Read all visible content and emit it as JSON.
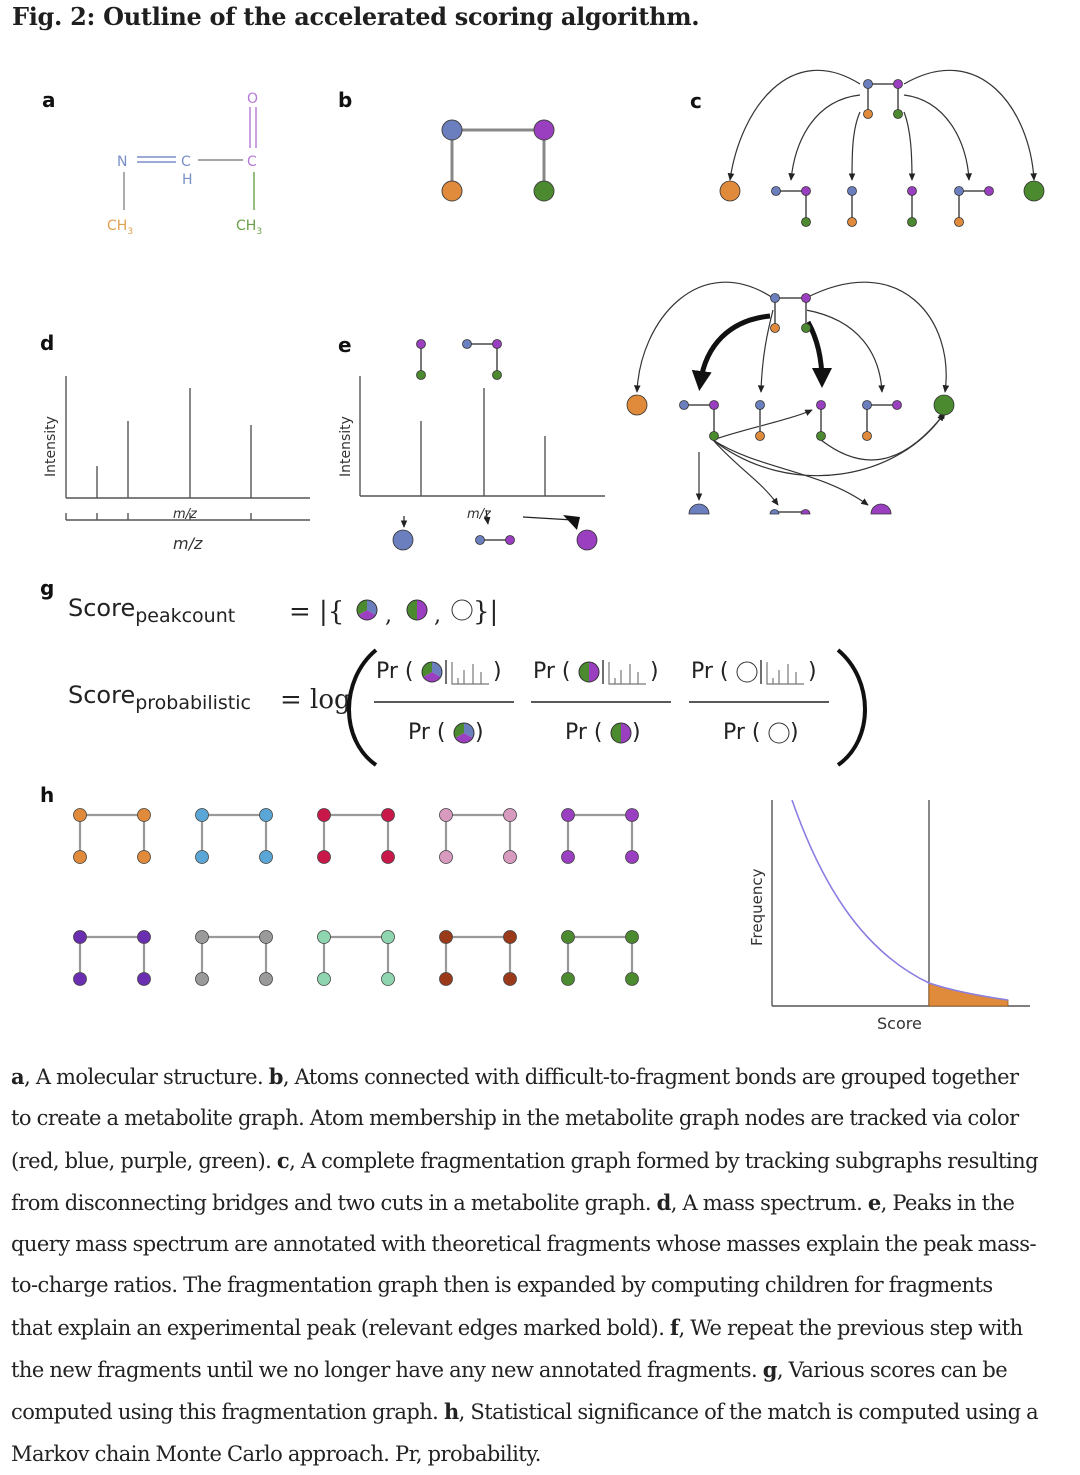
{
  "figure": {
    "title": "Fig. 2: Outline of the accelerated scoring algorithm.",
    "panel_labels": [
      "a",
      "b",
      "c",
      "d",
      "e",
      "g",
      "h"
    ],
    "molecule": {
      "N": "N",
      "C1": "C",
      "H": "H",
      "C2": "C",
      "O": "O",
      "C3": "C",
      "CH3_left": "CH",
      "CH3_right": "CH",
      "sub3": "3"
    },
    "spectrum_d": {
      "ylabel": "Intensity",
      "xlabel_inner": "m/z",
      "xlabel": "m/z"
    },
    "spectrum_e": {
      "ylabel": "Intensity",
      "xlabel": "m/z"
    },
    "scores": {
      "peakcount_score": "Score",
      "peakcount_sub": "peakcount",
      "peakcount_eq": "= |{",
      "comma": ",",
      "peakcount_close": "}|",
      "probabilistic_score": "Score",
      "probabilistic_sub": "probabilistic",
      "prob_eq": "= log",
      "pr": "Pr"
    },
    "histogram": {
      "ylabel": "Frequency",
      "xlabel": "Score"
    },
    "colors": {
      "blue": "#6b7fbf",
      "purple": "#9b3fc1",
      "orange": "#e08a3c",
      "green": "#4b8a2e",
      "molecule_N": "#7a8fc9",
      "molecule_O": "#b479d6",
      "molecule_left_CH3": "#e0a050",
      "molecule_right_CH3": "#6aa04a",
      "histogram_curve": "#8a7fe0",
      "histogram_tail": "#e08a3c"
    },
    "h_node_colors": [
      "#e08a3c",
      "#5aa6d6",
      "#c8184a",
      "#d99ac0",
      "#9b3fc1",
      "#6a2fb0",
      "#9a9a9a",
      "#8fd6b0",
      "#9a3a1a",
      "#4b8a2e"
    ]
  },
  "caption": {
    "lines": [
      [
        {
          "b": "a"
        },
        {
          "t": ", A molecular structure. "
        },
        {
          "b": "b"
        },
        {
          "t": ", Atoms connected with difficult-to-fragment bonds are grouped together"
        }
      ],
      [
        {
          "t": "to create a metabolite graph. Atom membership in the metabolite graph nodes are tracked via color"
        }
      ],
      [
        {
          "t": "(red, blue, purple, green). "
        },
        {
          "b": "c"
        },
        {
          "t": ", A complete fragmentation graph formed by tracking subgraphs resulting"
        }
      ],
      [
        {
          "t": "from disconnecting bridges and two cuts in a metabolite graph. "
        },
        {
          "b": "d"
        },
        {
          "t": ", A mass spectrum. "
        },
        {
          "b": "e"
        },
        {
          "t": ", Peaks in the"
        }
      ],
      [
        {
          "t": "query mass spectrum are annotated with theoretical fragments whose masses explain the peak mass-"
        }
      ],
      [
        {
          "t": "to-charge ratios. The fragmentation graph then is expanded by computing children for fragments"
        }
      ],
      [
        {
          "t": "that explain an experimental peak (relevant edges marked bold). "
        },
        {
          "b": "f"
        },
        {
          "t": ", We repeat the previous step with"
        }
      ],
      [
        {
          "t": "the new fragments until we no longer have any new annotated fragments. "
        },
        {
          "b": "g"
        },
        {
          "t": ", Various scores can be"
        }
      ],
      [
        {
          "t": "computed using this fragmentation graph. "
        },
        {
          "b": "h"
        },
        {
          "t": ", Statistical significance of the match is computed using a"
        }
      ],
      [
        {
          "t": "Markov chain Monte Carlo approach. Pr, probability."
        }
      ]
    ]
  }
}
